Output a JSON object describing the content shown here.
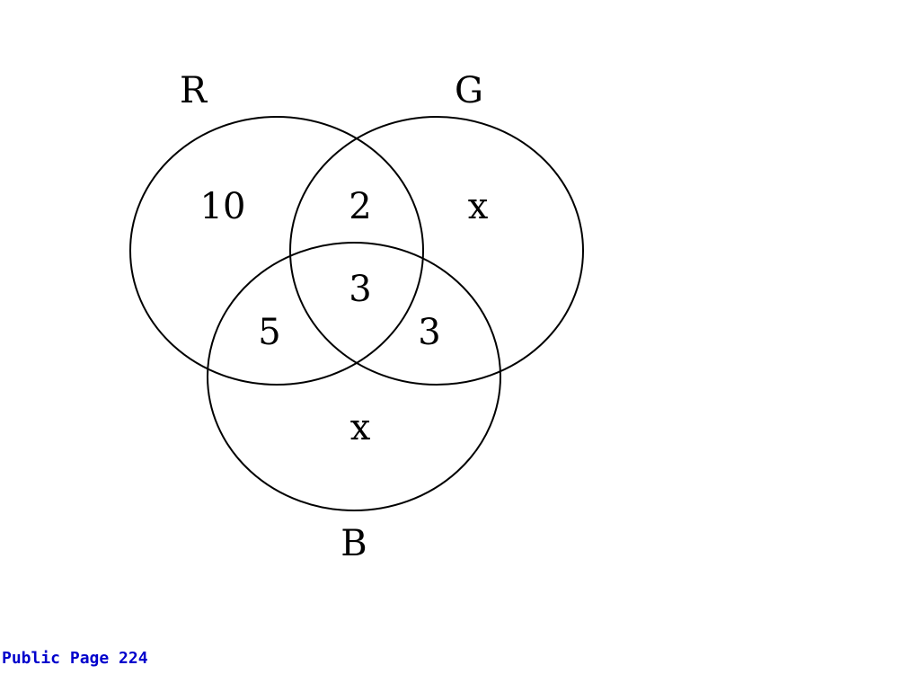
{
  "sets": {
    "r_label": "R",
    "g_label": "G",
    "b_label": "B"
  },
  "regions": {
    "r_only": "10",
    "r_and_g": "2",
    "g_only": "x",
    "r_and_g_and_b": "3",
    "r_and_b": "5",
    "g_and_b": "3",
    "b_only": "x"
  },
  "footer": {
    "text": "Public Page 224"
  },
  "colors": {
    "footer": "#0000cc",
    "lines": "#000000"
  }
}
